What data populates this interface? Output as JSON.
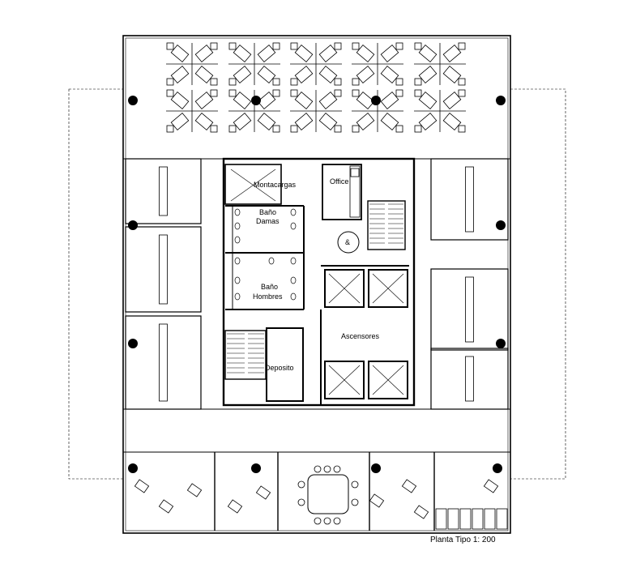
{
  "labels": {
    "montacargas": "Montacargas",
    "office": "Office",
    "bano_damas_1": "Baño",
    "bano_damas_2": "Damas",
    "bano_hombres_1": "Baño",
    "bano_hombres_2": "Hombres",
    "deposito": "Deposito",
    "ascensores": "Ascensores",
    "caption": "Planta Tipo 1: 200"
  }
}
